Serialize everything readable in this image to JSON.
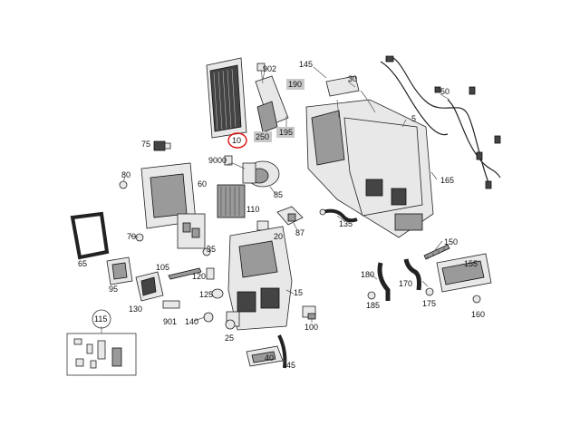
{
  "labels": {
    "l10": "10",
    "l902": "902",
    "l145": "145",
    "l30": "30",
    "l190": "190",
    "l250": "250",
    "l195": "195",
    "l5": "5",
    "l50": "50",
    "l75": "75",
    "l9000": "9000",
    "l80": "80",
    "l60": "60",
    "l85": "85",
    "l165": "165",
    "l110": "110",
    "l87": "87",
    "l135": "135",
    "l65": "65",
    "l70": "70",
    "l20": "20",
    "l35": "35",
    "l150": "150",
    "l105": "105",
    "l120": "120",
    "l155": "155",
    "l95": "95",
    "l180": "180",
    "l170": "170",
    "l125": "125",
    "l15": "15",
    "l130": "130",
    "l185": "185",
    "l175": "175",
    "l160": "160",
    "l901": "901",
    "l140": "140",
    "l100": "100",
    "l115": "115",
    "l25": "25",
    "l40": "40",
    "l45": "45"
  },
  "colors": {
    "highlight": "#dd1111",
    "tag": "#c8c8c8"
  }
}
